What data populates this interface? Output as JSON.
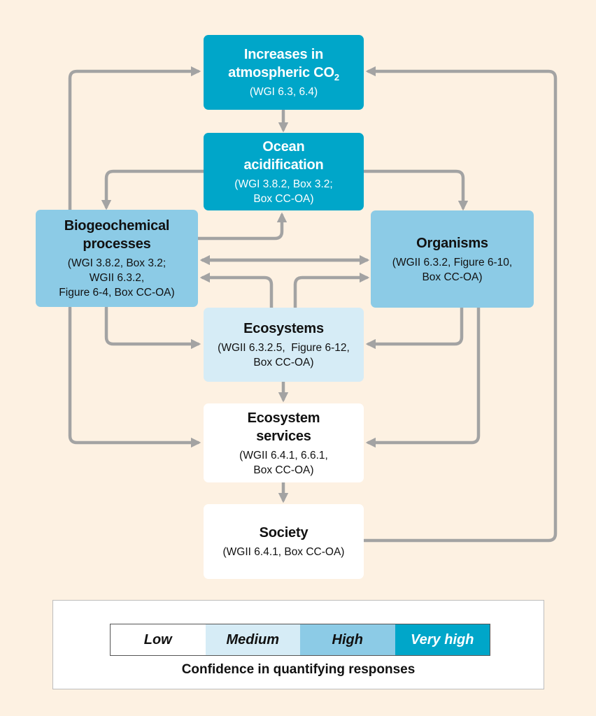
{
  "nodes": {
    "co2": {
      "title": "Increases in",
      "title_line2": "atmospheric CO",
      "title_sub": "2",
      "ref": "(WGI 6.3, 6.4)",
      "confidence": "Very high"
    },
    "oa": {
      "title": "Ocean",
      "title_line2": "acidification",
      "ref": "(WGI 3.8.2, Box 3.2;",
      "ref_line2": "Box CC-OA)",
      "confidence": "Very high"
    },
    "bio": {
      "title": "Biogeochemical",
      "title_line2": "processes",
      "ref": "(WGI 3.8.2, Box 3.2;",
      "ref_line2": "WGII 6.3.2,",
      "ref_line3": "Figure 6-4, Box CC-OA)",
      "confidence": "High"
    },
    "org": {
      "title": "Organisms",
      "ref": "(WGII 6.3.2, Figure 6-10,",
      "ref_line2": "Box CC-OA)",
      "confidence": "High"
    },
    "eco": {
      "title": "Ecosystems",
      "ref": "(WGII 6.3.2.5,  Figure 6-12,",
      "ref_line2": "Box CC-OA)",
      "confidence": "Medium"
    },
    "ess": {
      "title": "Ecosystem",
      "title_line2": "services",
      "ref": "(WGII 6.4.1, 6.6.1,",
      "ref_line2": "Box CC-OA)",
      "confidence": "Low"
    },
    "soc": {
      "title": "Society",
      "ref": "(WGII 6.4.1, Box CC-OA)",
      "confidence": "Low"
    }
  },
  "legend": {
    "levels": [
      "Low",
      "Medium",
      "High",
      "Very high"
    ],
    "colors": [
      "#ffffff",
      "#d6ecf6",
      "#8ccbe6",
      "#00a6c9"
    ],
    "caption": "Confidence in quantifying responses"
  },
  "arrow_color": "#a3a3a3",
  "background_color": "#fdf1e2"
}
